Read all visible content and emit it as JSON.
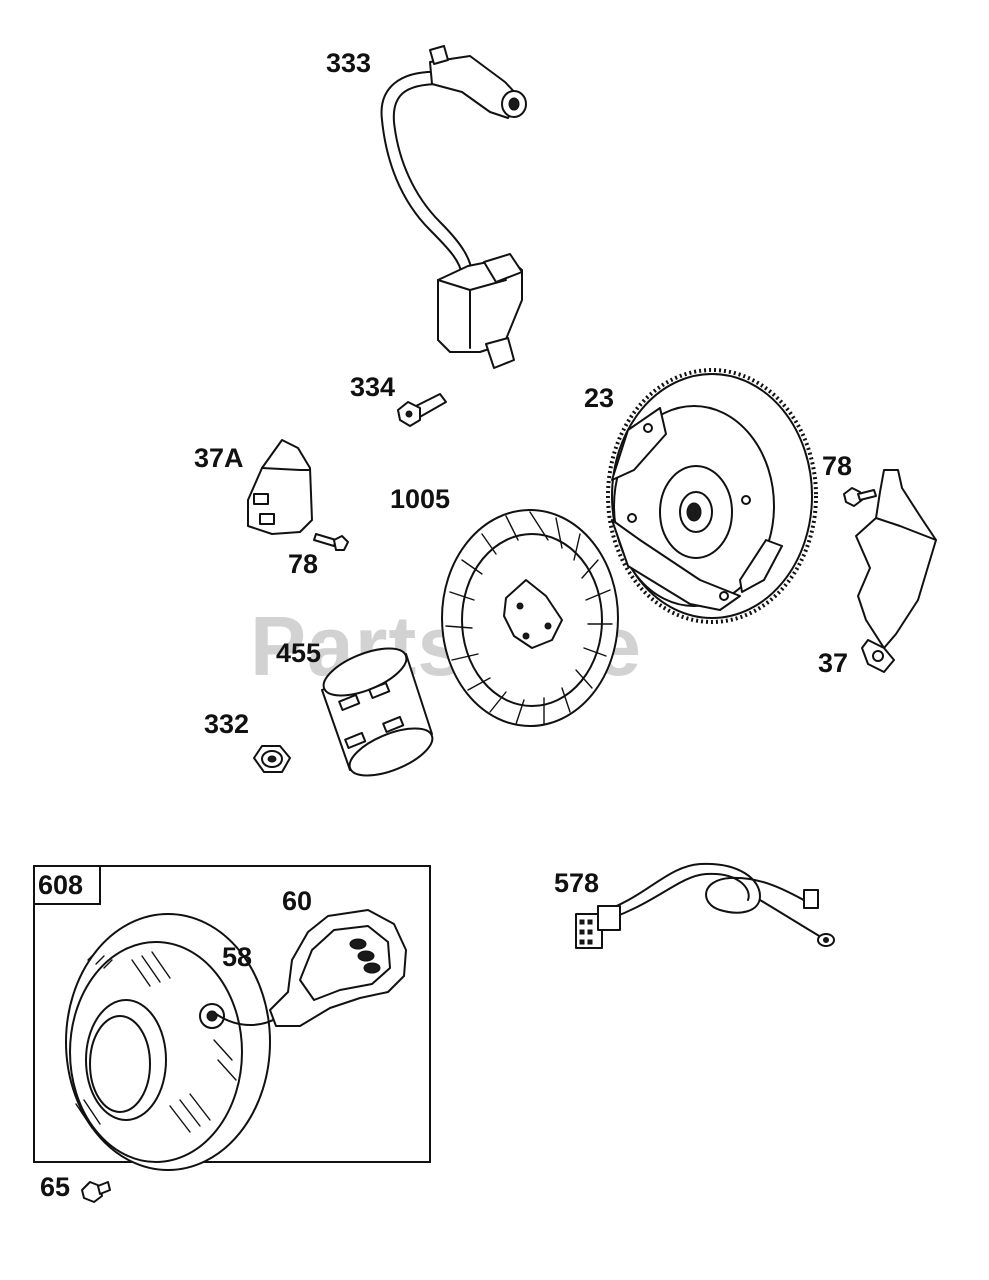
{
  "watermark": "PartsTree",
  "labels": {
    "p333": "333",
    "p334": "334",
    "p23": "23",
    "p37A": "37A",
    "p78a": "78",
    "p78b": "78",
    "p1005": "1005",
    "p455": "455",
    "p37": "37",
    "p332": "332",
    "p608": "608",
    "p60": "60",
    "p58": "58",
    "p578": "578",
    "p65": "65"
  }
}
